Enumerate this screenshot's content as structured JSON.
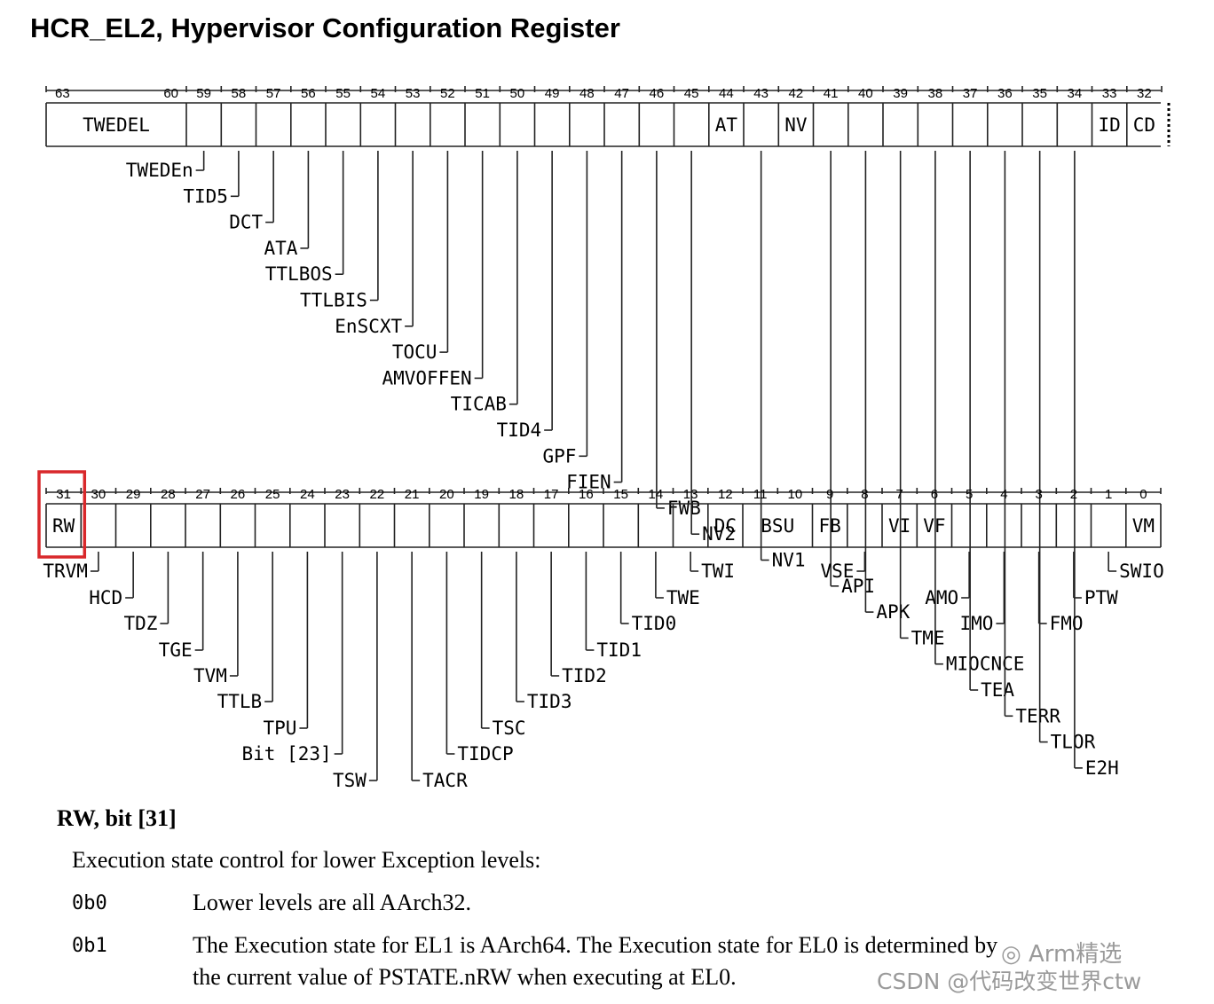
{
  "title": "HCR_EL2, Hypervisor Configuration Register",
  "upper_bit_numbers": [
    "63",
    "60",
    "59",
    "58",
    "57",
    "56",
    "55",
    "54",
    "53",
    "52",
    "51",
    "50",
    "49",
    "48",
    "47",
    "46",
    "45",
    "44",
    "43",
    "42",
    "41",
    "40",
    "39",
    "38",
    "37",
    "36",
    "35",
    "34",
    "33",
    "32"
  ],
  "lower_bit_numbers": [
    "31",
    "30",
    "29",
    "28",
    "27",
    "26",
    "25",
    "24",
    "23",
    "22",
    "21",
    "20",
    "19",
    "18",
    "17",
    "16",
    "15",
    "14",
    "13",
    "12",
    "11",
    "10",
    "9",
    "8",
    "7",
    "6",
    "5",
    "4",
    "3",
    "2",
    "1",
    "0"
  ],
  "upper_fields": [
    {
      "name": "TWEDEL",
      "bits": "63:60"
    },
    {
      "name": "AT",
      "bits": "44"
    },
    {
      "name": "NV",
      "bits": "42"
    },
    {
      "name": "ID",
      "bits": "33"
    },
    {
      "name": "CD",
      "bits": "32"
    }
  ],
  "upper_callouts": [
    {
      "label": "TWEDEn",
      "bit": 59
    },
    {
      "label": "TID5",
      "bit": 58
    },
    {
      "label": "DCT",
      "bit": 57
    },
    {
      "label": "ATA",
      "bit": 56
    },
    {
      "label": "TTLBOS",
      "bit": 55
    },
    {
      "label": "TTLBIS",
      "bit": 54
    },
    {
      "label": "EnSCXT",
      "bit": 53
    },
    {
      "label": "TOCU",
      "bit": 52
    },
    {
      "label": "AMVOFFEN",
      "bit": 51
    },
    {
      "label": "TICAB",
      "bit": 50
    },
    {
      "label": "TID4",
      "bit": 49
    },
    {
      "label": "GPF",
      "bit": 48
    },
    {
      "label": "FIEN",
      "bit": 47
    },
    {
      "label": "FWB",
      "bit": 46
    },
    {
      "label": "NV2",
      "bit": 45
    },
    {
      "label": "NV1",
      "bit": 43
    },
    {
      "label": "API",
      "bit": 41
    },
    {
      "label": "APK",
      "bit": 40
    },
    {
      "label": "TME",
      "bit": 39
    },
    {
      "label": "MIOCNCE",
      "bit": 38
    },
    {
      "label": "TEA",
      "bit": 37
    },
    {
      "label": "TERR",
      "bit": 36
    },
    {
      "label": "TLOR",
      "bit": 35
    },
    {
      "label": "E2H",
      "bit": 34
    }
  ],
  "lower_fields": [
    {
      "name": "RW",
      "bits": "31"
    },
    {
      "name": "DC",
      "bits": "12"
    },
    {
      "name": "BSU",
      "bits": "11:10"
    },
    {
      "name": "FB",
      "bits": "9"
    },
    {
      "name": "VI",
      "bits": "7"
    },
    {
      "name": "VF",
      "bits": "6"
    },
    {
      "name": "VM",
      "bits": "0"
    }
  ],
  "lower_callouts": [
    {
      "label": "TRVM",
      "bit": 30
    },
    {
      "label": "HCD",
      "bit": 29
    },
    {
      "label": "TDZ",
      "bit": 28
    },
    {
      "label": "TGE",
      "bit": 27
    },
    {
      "label": "TVM",
      "bit": 26
    },
    {
      "label": "TTLB",
      "bit": 25
    },
    {
      "label": "TPU",
      "bit": 24
    },
    {
      "label": "Bit [23]",
      "bit": 23
    },
    {
      "label": "TSW",
      "bit": 22
    },
    {
      "label": "TACR",
      "bit": 21
    },
    {
      "label": "TIDCP",
      "bit": 20
    },
    {
      "label": "TSC",
      "bit": 19
    },
    {
      "label": "TID3",
      "bit": 18
    },
    {
      "label": "TID2",
      "bit": 17
    },
    {
      "label": "TID1",
      "bit": 16
    },
    {
      "label": "TID0",
      "bit": 15
    },
    {
      "label": "TWE",
      "bit": 14
    },
    {
      "label": "TWI",
      "bit": 13
    },
    {
      "label": "VSE",
      "bit": 8
    },
    {
      "label": "AMO",
      "bit": 5
    },
    {
      "label": "IMO",
      "bit": 4
    },
    {
      "label": "FMO",
      "bit": 3
    },
    {
      "label": "PTW",
      "bit": 2
    },
    {
      "label": "SWIO",
      "bit": 1
    }
  ],
  "highlight_field": "RW",
  "highlight_color": "#d9282b",
  "section": {
    "heading": "RW, bit [31]",
    "description": "Execution state control for lower Exception levels:",
    "encodings": [
      {
        "code": "0b0",
        "lines": [
          "Lower levels are all AArch32."
        ]
      },
      {
        "code": "0b1",
        "lines": [
          "The Execution state for EL1 is AArch64. The Execution state for EL0 is determined by",
          "the current value of PSTATE.nRW when executing at EL0."
        ]
      }
    ]
  },
  "watermarks": [
    "Arm精选",
    "CSDN @代码改变世界ctw"
  ]
}
